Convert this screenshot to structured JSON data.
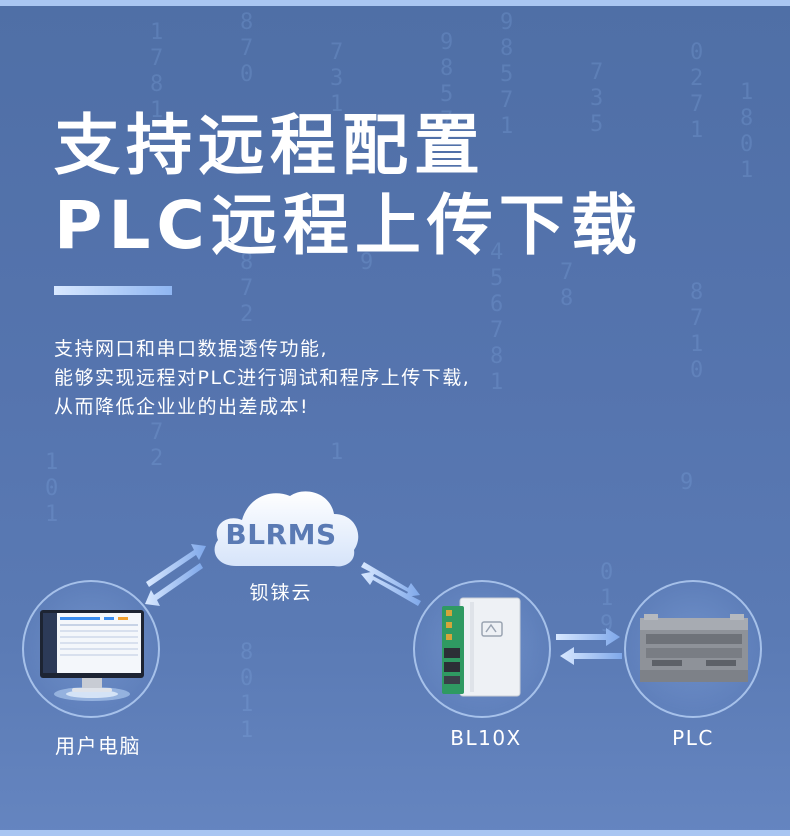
{
  "headline": {
    "line1": "支持远程配置",
    "line2": "PLC远程上传下载"
  },
  "description": {
    "line1": "支持网口和串口数据透传功能,",
    "line2": "能够实现远程对PLC进行调试和程序上传下载,",
    "line3": "从而降低企业业的出差成本!"
  },
  "cloud": {
    "name": "BLRMS",
    "label": "钡铼云"
  },
  "nodes": {
    "pc_label": "用户电脑",
    "gateway_label": "BL10X",
    "plc_label": "PLC"
  },
  "colors": {
    "background": "#5574ae",
    "accent_line": "#a9c6f2",
    "arrow": "#9cc0f5"
  },
  "icons": {
    "pc": "monitor-icon",
    "gateway": "gateway-device-icon",
    "plc": "plc-module-icon",
    "cloud": "cloud-icon"
  }
}
